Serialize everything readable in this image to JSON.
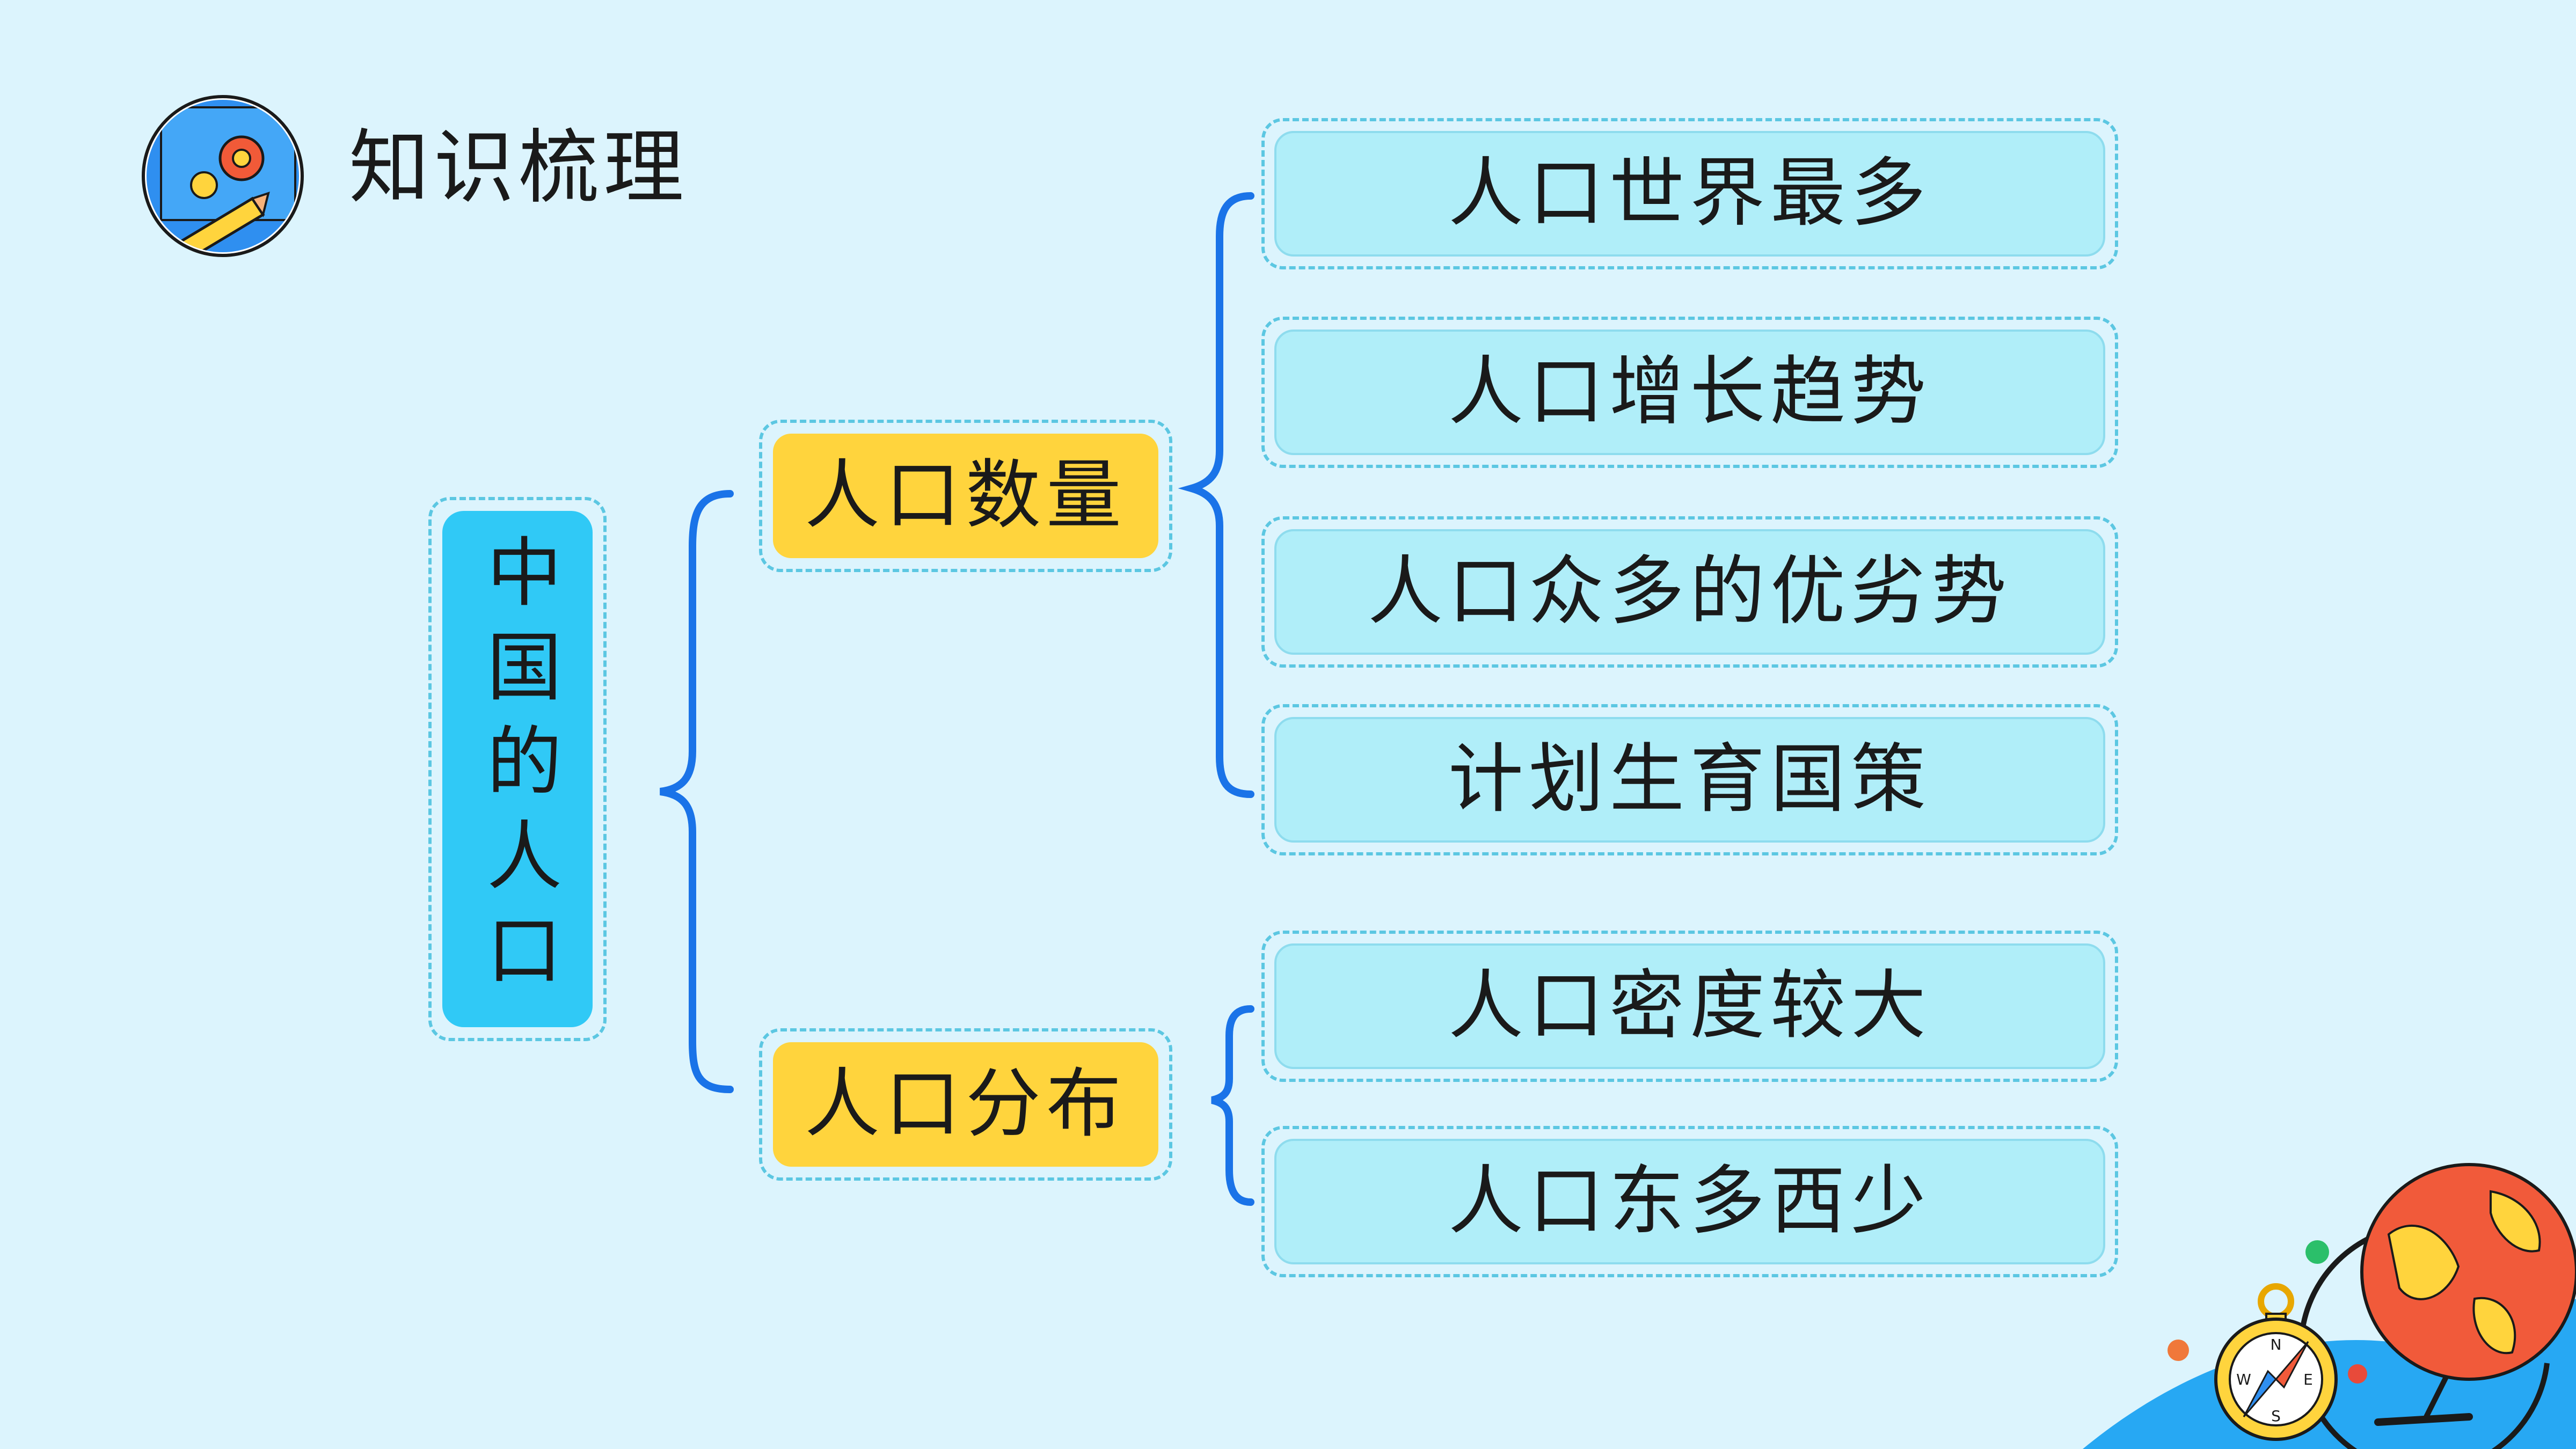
{
  "header": {
    "title": "知识梳理"
  },
  "root": {
    "label": "中国的人口"
  },
  "branches": [
    {
      "label": "人口数量",
      "children": [
        "人口世界最多",
        "人口增长趋势",
        "人口众多的优劣势",
        "计划生育国策"
      ]
    },
    {
      "label": "人口分布",
      "children": [
        "人口密度较大",
        "人口东多西少"
      ]
    }
  ],
  "colors": {
    "background": "#dcf4fd",
    "root_fill": "#30c9f6",
    "branch_fill": "#ffd43d",
    "leaf_fill": "#b0eef9",
    "bracket": "#1a73e8"
  },
  "decor": {
    "logo_icon": "gear-pencil-icon",
    "globe_icon": "globe-icon",
    "compass_icon": "compass-icon",
    "compass_letters": [
      "N",
      "E",
      "S",
      "W"
    ]
  }
}
